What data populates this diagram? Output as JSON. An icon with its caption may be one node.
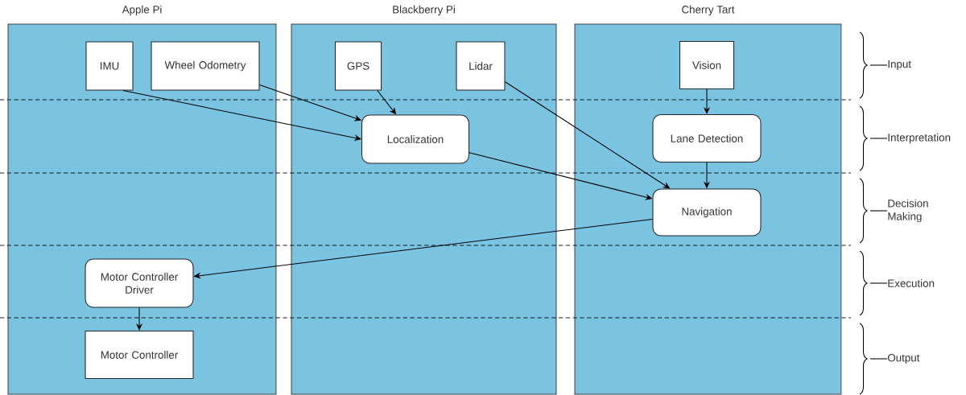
{
  "diagram": {
    "nodes": [
      {
        "text": [
          "Apple Pi"
        ]
      },
      {
        "text": [
          "Blackberry Pi"
        ]
      },
      {
        "text": [
          "Cherry Tart"
        ]
      },
      {
        "text": [
          "IMU"
        ],
        "in": 0
      },
      {
        "text": [
          "Wheel Odometry"
        ],
        "in": 0
      },
      {
        "text": [
          "Motor Controller Driver"
        ],
        "in": 0
      },
      {
        "text": [
          "Motor Controller"
        ],
        "in": 0
      },
      {
        "text": [
          "GPS"
        ],
        "in": 1
      },
      {
        "text": [
          "Lidar"
        ],
        "in": 1
      },
      {
        "text": [
          "Localization"
        ],
        "in": 1
      },
      {
        "text": [
          "Vision"
        ],
        "in": 2
      },
      {
        "text": [
          "Lane Detection"
        ],
        "in": 2
      },
      {
        "text": [
          "Navigation"
        ],
        "in": 2
      }
    ],
    "edges": [
      {
        "from": 3,
        "to": 9,
        "arrow": "to"
      },
      {
        "from": 4,
        "to": 9,
        "arrow": "to"
      },
      {
        "from": 7,
        "to": 9,
        "arrow": "to"
      },
      {
        "from": 9,
        "to": 12,
        "arrow": "to"
      },
      {
        "from": 8,
        "to": 12,
        "arrow": "to"
      },
      {
        "from": 10,
        "to": 11,
        "arrow": "to"
      },
      {
        "from": 11,
        "to": 12,
        "arrow": "to"
      },
      {
        "from": 12,
        "to": 5,
        "arrow": "to"
      },
      {
        "from": 5,
        "to": 6,
        "arrow": "to"
      }
    ],
    "labels": [
      "Input",
      "Interpretation",
      "Decision Making",
      "Execution",
      "Output"
    ]
  }
}
